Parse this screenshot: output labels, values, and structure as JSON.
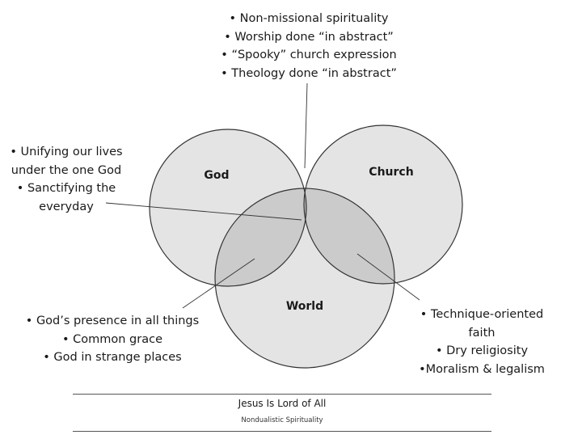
{
  "circles": {
    "god": "God",
    "church": "Church",
    "world": "World"
  },
  "notes": {
    "top": [
      "• Non-missional spirituality",
      "• Worship done “in abstract”",
      "• “Spooky” church expression",
      "• Theology done “in abstract”"
    ],
    "left": [
      "• Unifying our lives",
      "under the one God",
      "• Sanctifying the",
      "everyday"
    ],
    "bottom_left": [
      "• God’s presence in all things",
      "• Common grace",
      "• God in strange places"
    ],
    "bottom_right": [
      "• Technique-oriented",
      "faith",
      "• Dry religiosity",
      "•Moralism & legalism"
    ]
  },
  "caption": {
    "title": "Jesus Is Lord of All",
    "subtitle": "Nondualistic Spirituality"
  },
  "colors": {
    "circle_fill": "#e4e4e4",
    "pair_overlap": "#cbcbcb",
    "triple_overlap": "#b4b4b4",
    "stroke": "#333333"
  }
}
